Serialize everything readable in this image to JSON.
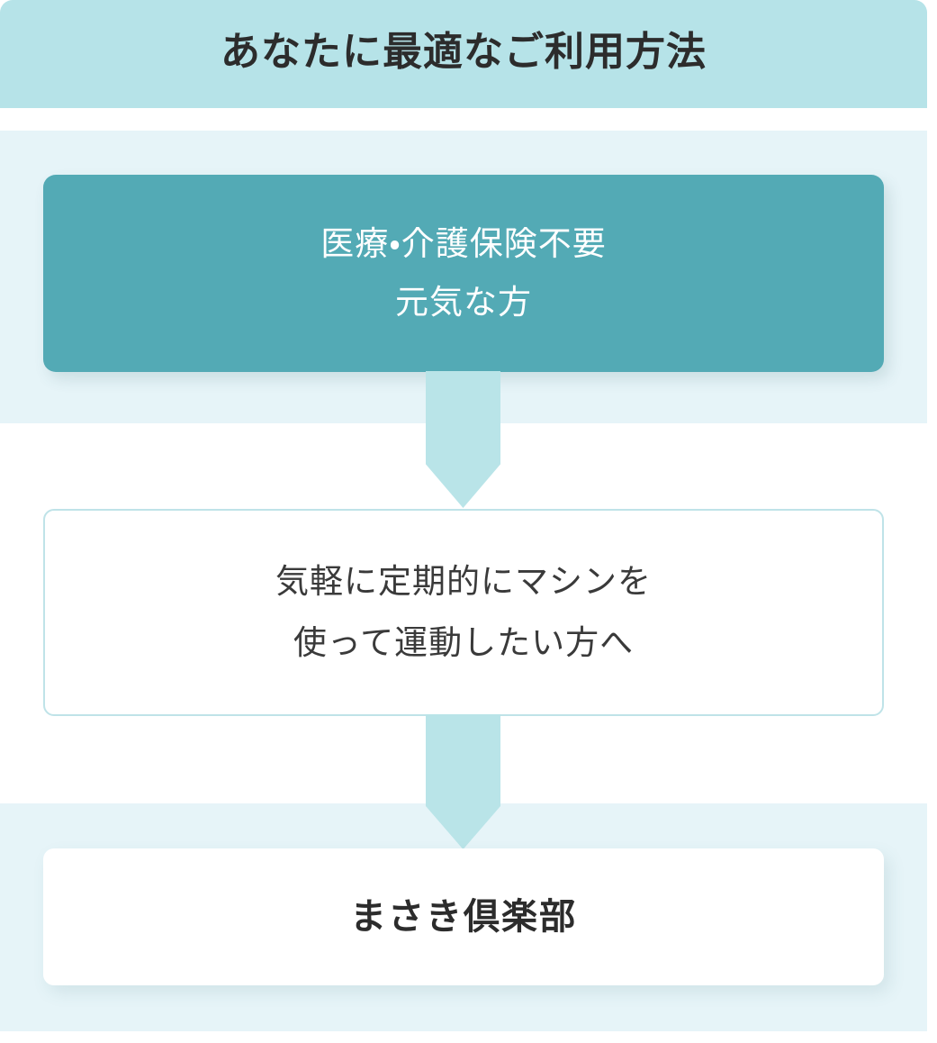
{
  "header": {
    "title": "あなたに最適なご利用方法",
    "background_color": "#b6e3e8",
    "text_color": "#2c2c2c"
  },
  "flow": {
    "nodes": [
      {
        "id": "eligibility",
        "style": "filled",
        "background_color": "#53aab5",
        "text_color": "#ffffff",
        "lines": [
          "医療・介護保険不要",
          "元気な方"
        ]
      },
      {
        "id": "need",
        "style": "outlined",
        "border_color": "#bfe3e8",
        "background_color": "#ffffff",
        "text_color": "#3a3a3a",
        "lines": [
          "気軽に定期的にマシンを",
          "使って運動したい方へ"
        ]
      },
      {
        "id": "result",
        "style": "card",
        "background_color": "#ffffff",
        "text_color": "#2c2c2c",
        "lines": [
          "まさき倶楽部"
        ]
      }
    ],
    "connectors": [
      {
        "id": "connector-1",
        "icon": "down-arrow-icon",
        "color": "#b9e4e8"
      },
      {
        "id": "connector-2",
        "icon": "down-arrow-icon",
        "color": "#b9e4e8"
      }
    ]
  },
  "sections": {
    "band_color": "#e6f4f8"
  }
}
